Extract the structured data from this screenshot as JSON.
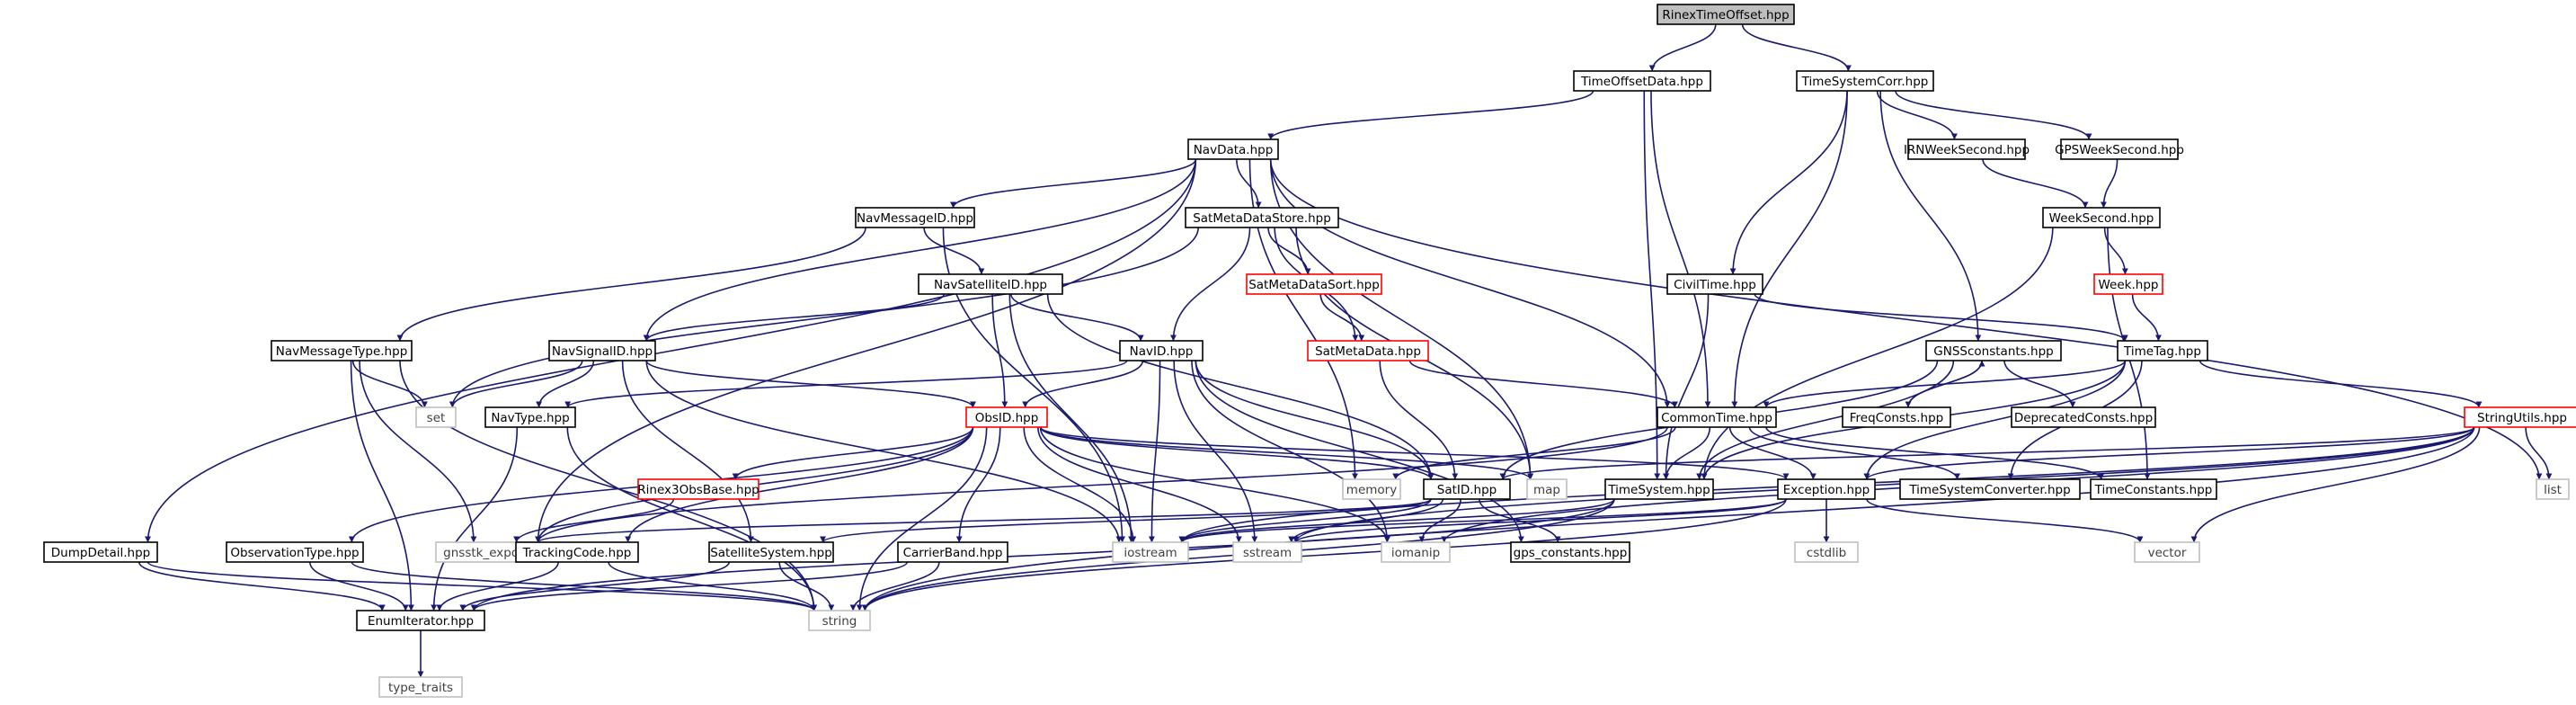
{
  "colors": {
    "edge": "#191970",
    "project_border": "#000000",
    "external_border": "#bfbfbf",
    "external_text": "#404040",
    "incomplete_border": "#ff0000",
    "root_fill": "#bfbfbf",
    "fill": "#ffffff",
    "text": "#000000"
  },
  "nodes": [
    {
      "id": "root",
      "label": "RinexTimeOffset.hpp",
      "style": "root"
    },
    {
      "id": "timeoffsetdata",
      "label": "TimeOffsetData.hpp",
      "style": "project"
    },
    {
      "id": "timesystemcorr",
      "label": "TimeSystemCorr.hpp",
      "style": "project"
    },
    {
      "id": "navdata",
      "label": "NavData.hpp",
      "style": "project"
    },
    {
      "id": "irnweeksecond",
      "label": "IRNWeekSecond.hpp",
      "style": "project"
    },
    {
      "id": "gpsweeksecond",
      "label": "GPSWeekSecond.hpp",
      "style": "project"
    },
    {
      "id": "weeksecond",
      "label": "WeekSecond.hpp",
      "style": "project"
    },
    {
      "id": "navmessageid",
      "label": "NavMessageID.hpp",
      "style": "project"
    },
    {
      "id": "satmetadatastore",
      "label": "SatMetaDataStore.hpp",
      "style": "project"
    },
    {
      "id": "week",
      "label": "Week.hpp",
      "style": "incomplete"
    },
    {
      "id": "navsatelliteid",
      "label": "NavSatelliteID.hpp",
      "style": "project"
    },
    {
      "id": "satmetadatasort",
      "label": "SatMetaDataSort.hpp",
      "style": "incomplete"
    },
    {
      "id": "civiltime",
      "label": "CivilTime.hpp",
      "style": "project"
    },
    {
      "id": "timetag",
      "label": "TimeTag.hpp",
      "style": "project"
    },
    {
      "id": "navmessagetype",
      "label": "NavMessageType.hpp",
      "style": "project"
    },
    {
      "id": "navsignalid",
      "label": "NavSignalID.hpp",
      "style": "project"
    },
    {
      "id": "navid",
      "label": "NavID.hpp",
      "style": "project"
    },
    {
      "id": "satmetadata",
      "label": "SatMetaData.hpp",
      "style": "incomplete"
    },
    {
      "id": "gnssconstants",
      "label": "GNSSconstants.hpp",
      "style": "project"
    },
    {
      "id": "stringutils",
      "label": "StringUtils.hpp",
      "style": "incomplete"
    },
    {
      "id": "set",
      "label": "set",
      "style": "external"
    },
    {
      "id": "navtype",
      "label": "NavType.hpp",
      "style": "project"
    },
    {
      "id": "obsid",
      "label": "ObsID.hpp",
      "style": "incomplete"
    },
    {
      "id": "commontime",
      "label": "CommonTime.hpp",
      "style": "project"
    },
    {
      "id": "freqconsts",
      "label": "FreqConsts.hpp",
      "style": "project"
    },
    {
      "id": "deprecatedconsts",
      "label": "DeprecatedConsts.hpp",
      "style": "project"
    },
    {
      "id": "list",
      "label": "list",
      "style": "external"
    },
    {
      "id": "rinex3obsbase",
      "label": "Rinex3ObsBase.hpp",
      "style": "incomplete"
    },
    {
      "id": "memory",
      "label": "memory",
      "style": "external"
    },
    {
      "id": "map",
      "label": "map",
      "style": "external"
    },
    {
      "id": "satid",
      "label": "SatID.hpp",
      "style": "project"
    },
    {
      "id": "timesystem",
      "label": "TimeSystem.hpp",
      "style": "project"
    },
    {
      "id": "exception",
      "label": "Exception.hpp",
      "style": "project"
    },
    {
      "id": "timesystemconverter",
      "label": "TimeSystemConverter.hpp",
      "style": "project"
    },
    {
      "id": "timeconstants",
      "label": "TimeConstants.hpp",
      "style": "project"
    },
    {
      "id": "gnsstk_export",
      "label": "gnsstk_export.h",
      "style": "external"
    },
    {
      "id": "iostream",
      "label": "iostream",
      "style": "external"
    },
    {
      "id": "sstream",
      "label": "sstream",
      "style": "external"
    },
    {
      "id": "iomanip",
      "label": "iomanip",
      "style": "external"
    },
    {
      "id": "cstdlib",
      "label": "cstdlib",
      "style": "external"
    },
    {
      "id": "vector",
      "label": "vector",
      "style": "external"
    },
    {
      "id": "dumpdetail",
      "label": "DumpDetail.hpp",
      "style": "project"
    },
    {
      "id": "observationtype",
      "label": "ObservationType.hpp",
      "style": "project"
    },
    {
      "id": "trackingcode",
      "label": "TrackingCode.hpp",
      "style": "project"
    },
    {
      "id": "satellitesystem",
      "label": "SatelliteSystem.hpp",
      "style": "project"
    },
    {
      "id": "carrierband",
      "label": "CarrierBand.hpp",
      "style": "project"
    },
    {
      "id": "gps_constants",
      "label": "gps_constants.hpp",
      "style": "project"
    },
    {
      "id": "enumiterator",
      "label": "EnumIterator.hpp",
      "style": "project"
    },
    {
      "id": "string",
      "label": "string",
      "style": "external"
    },
    {
      "id": "type_traits",
      "label": "type_traits",
      "style": "external"
    }
  ],
  "edges": [
    [
      "root",
      "timeoffsetdata"
    ],
    [
      "root",
      "timesystemcorr"
    ],
    [
      "timeoffsetdata",
      "navdata"
    ],
    [
      "timeoffsetdata",
      "commontime"
    ],
    [
      "timeoffsetdata",
      "timesystem"
    ],
    [
      "timesystemcorr",
      "irnweeksecond"
    ],
    [
      "timesystemcorr",
      "gpsweeksecond"
    ],
    [
      "timesystemcorr",
      "civiltime"
    ],
    [
      "timesystemcorr",
      "gnssconstants"
    ],
    [
      "timesystemcorr",
      "commontime"
    ],
    [
      "irnweeksecond",
      "weeksecond"
    ],
    [
      "gpsweeksecond",
      "weeksecond"
    ],
    [
      "weeksecond",
      "week"
    ],
    [
      "weeksecond",
      "timesystem"
    ],
    [
      "weeksecond",
      "timeconstants"
    ],
    [
      "week",
      "timetag"
    ],
    [
      "civiltime",
      "timetag"
    ],
    [
      "civiltime",
      "timesystem"
    ],
    [
      "timetag",
      "commontime"
    ],
    [
      "timetag",
      "stringutils"
    ],
    [
      "timetag",
      "exception"
    ],
    [
      "timetag",
      "timesystem"
    ],
    [
      "timetag",
      "timesystemconverter"
    ],
    [
      "navdata",
      "navmessageid"
    ],
    [
      "navdata",
      "satmetadatastore"
    ],
    [
      "navdata",
      "navsignalid"
    ],
    [
      "navdata",
      "commontime"
    ],
    [
      "navdata",
      "memory"
    ],
    [
      "navdata",
      "map"
    ],
    [
      "navdata",
      "list"
    ],
    [
      "navdata",
      "gnsstk_export"
    ],
    [
      "navdata",
      "dumpdetail"
    ],
    [
      "navmessageid",
      "navsatelliteid"
    ],
    [
      "navmessageid",
      "navmessagetype"
    ],
    [
      "navmessageid",
      "iostream"
    ],
    [
      "satmetadatastore",
      "satmetadatasort"
    ],
    [
      "satmetadatastore",
      "satmetadata"
    ],
    [
      "satmetadatastore",
      "navid"
    ],
    [
      "satmetadatastore",
      "map"
    ],
    [
      "satmetadatastore",
      "set"
    ],
    [
      "satmetadatasort",
      "satmetadata"
    ],
    [
      "satmetadata",
      "satid"
    ],
    [
      "satmetadata",
      "commontime"
    ],
    [
      "navsatelliteid",
      "navsignalid"
    ],
    [
      "navsatelliteid",
      "navid"
    ],
    [
      "navsatelliteid",
      "obsid"
    ],
    [
      "navsatelliteid",
      "satid"
    ],
    [
      "navsatelliteid",
      "iostream"
    ],
    [
      "navmessagetype",
      "set"
    ],
    [
      "navmessagetype",
      "gnsstk_export"
    ],
    [
      "navmessagetype",
      "enumiterator"
    ],
    [
      "navmessagetype",
      "string"
    ],
    [
      "navsignalid",
      "navtype"
    ],
    [
      "navsignalid",
      "obsid"
    ],
    [
      "navsignalid",
      "set"
    ],
    [
      "navsignalid",
      "satellitesystem"
    ],
    [
      "navsignalid",
      "iostream"
    ],
    [
      "navid",
      "navtype"
    ],
    [
      "navid",
      "obsid"
    ],
    [
      "navid",
      "satid"
    ],
    [
      "navid",
      "iostream"
    ],
    [
      "navid",
      "sstream"
    ],
    [
      "navid",
      "iomanip"
    ],
    [
      "navid",
      "gps_constants"
    ],
    [
      "navtype",
      "string"
    ],
    [
      "navtype",
      "enumiterator"
    ],
    [
      "obsid",
      "rinex3obsbase"
    ],
    [
      "obsid",
      "observationtype"
    ],
    [
      "obsid",
      "carrierband"
    ],
    [
      "obsid",
      "trackingcode"
    ],
    [
      "obsid",
      "satid"
    ],
    [
      "obsid",
      "map"
    ],
    [
      "obsid",
      "iostream"
    ],
    [
      "obsid",
      "sstream"
    ],
    [
      "obsid",
      "iomanip"
    ],
    [
      "obsid",
      "gnsstk_export"
    ],
    [
      "obsid",
      "string"
    ],
    [
      "obsid",
      "exception"
    ],
    [
      "rinex3obsbase",
      "gnsstk_export"
    ],
    [
      "commontime",
      "exception"
    ],
    [
      "commontime",
      "timesystem"
    ],
    [
      "commontime",
      "timesystemconverter"
    ],
    [
      "commontime",
      "timeconstants"
    ],
    [
      "commontime",
      "memory"
    ],
    [
      "commontime",
      "gnsstk_export"
    ],
    [
      "gnssconstants",
      "freqconsts"
    ],
    [
      "gnssconstants",
      "deprecatedconsts"
    ],
    [
      "gnssconstants",
      "satid"
    ],
    [
      "gnssconstants",
      "timesystem"
    ],
    [
      "freqconsts",
      "gnssconstants"
    ],
    [
      "satid",
      "satellitesystem"
    ],
    [
      "satid",
      "gps_constants"
    ],
    [
      "satid",
      "iostream"
    ],
    [
      "satid",
      "sstream"
    ],
    [
      "satid",
      "iomanip"
    ],
    [
      "satid",
      "gnsstk_export"
    ],
    [
      "timesystem",
      "enumiterator"
    ],
    [
      "timesystem",
      "string"
    ],
    [
      "timesystem",
      "iostream"
    ],
    [
      "exception",
      "iostream"
    ],
    [
      "exception",
      "cstdlib"
    ],
    [
      "exception",
      "vector"
    ],
    [
      "exception",
      "string"
    ],
    [
      "exception",
      "sstream"
    ],
    [
      "stringutils",
      "satid"
    ],
    [
      "stringutils",
      "list"
    ],
    [
      "stringutils",
      "vector"
    ],
    [
      "stringutils",
      "string"
    ],
    [
      "stringutils",
      "iostream"
    ],
    [
      "stringutils",
      "iomanip"
    ],
    [
      "stringutils",
      "sstream"
    ],
    [
      "stringutils",
      "exception"
    ],
    [
      "dumpdetail",
      "enumiterator"
    ],
    [
      "dumpdetail",
      "string"
    ],
    [
      "observationtype",
      "enumiterator"
    ],
    [
      "observationtype",
      "string"
    ],
    [
      "trackingcode",
      "enumiterator"
    ],
    [
      "trackingcode",
      "string"
    ],
    [
      "satellitesystem",
      "enumiterator"
    ],
    [
      "satellitesystem",
      "string"
    ],
    [
      "carrierband",
      "enumiterator"
    ],
    [
      "carrierband",
      "string"
    ],
    [
      "enumiterator",
      "type_traits"
    ]
  ]
}
